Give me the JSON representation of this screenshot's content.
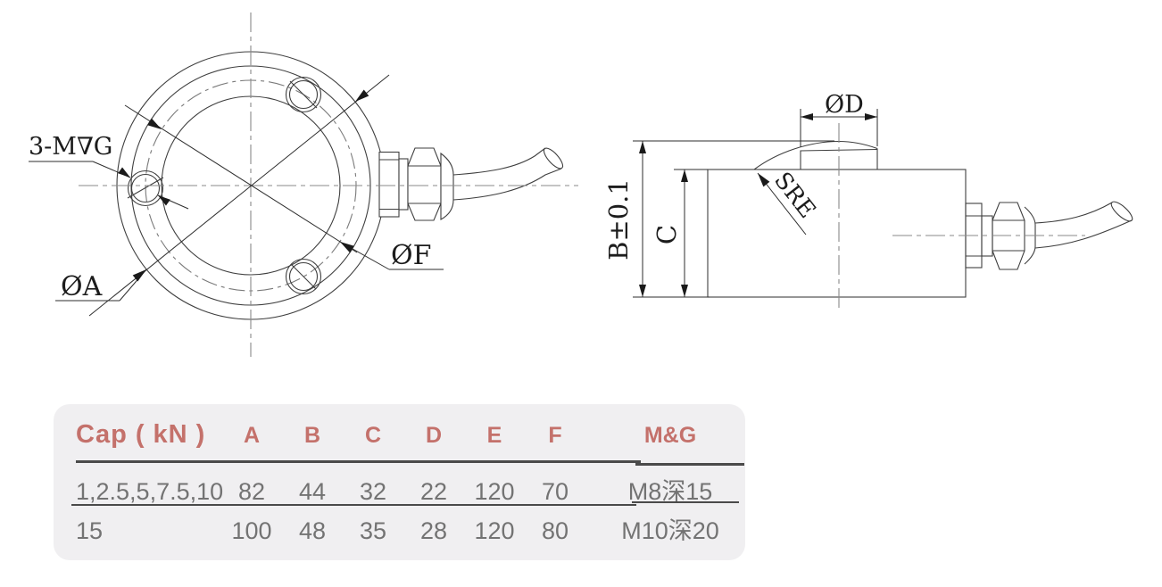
{
  "drawing": {
    "front_view": {
      "thread_label": "3-M∇G",
      "dia_a_label": "ØA",
      "dia_f_label": "ØF"
    },
    "side_view": {
      "dia_d_label": "ØD",
      "height_b_label": "B±0.1",
      "height_c_label": "C",
      "sphere_radius_label": "SRE"
    }
  },
  "table": {
    "header_color": "#c4716b",
    "headers": [
      "Cap ( kN )",
      "A",
      "B",
      "C",
      "D",
      "E",
      "F",
      "M&G"
    ],
    "rows": [
      [
        "1,2.5,5,7.5,10",
        "82",
        "44",
        "32",
        "22",
        "120",
        "70",
        "M8深15"
      ],
      [
        "15",
        "100",
        "48",
        "35",
        "28",
        "120",
        "80",
        "M10深20"
      ]
    ]
  }
}
